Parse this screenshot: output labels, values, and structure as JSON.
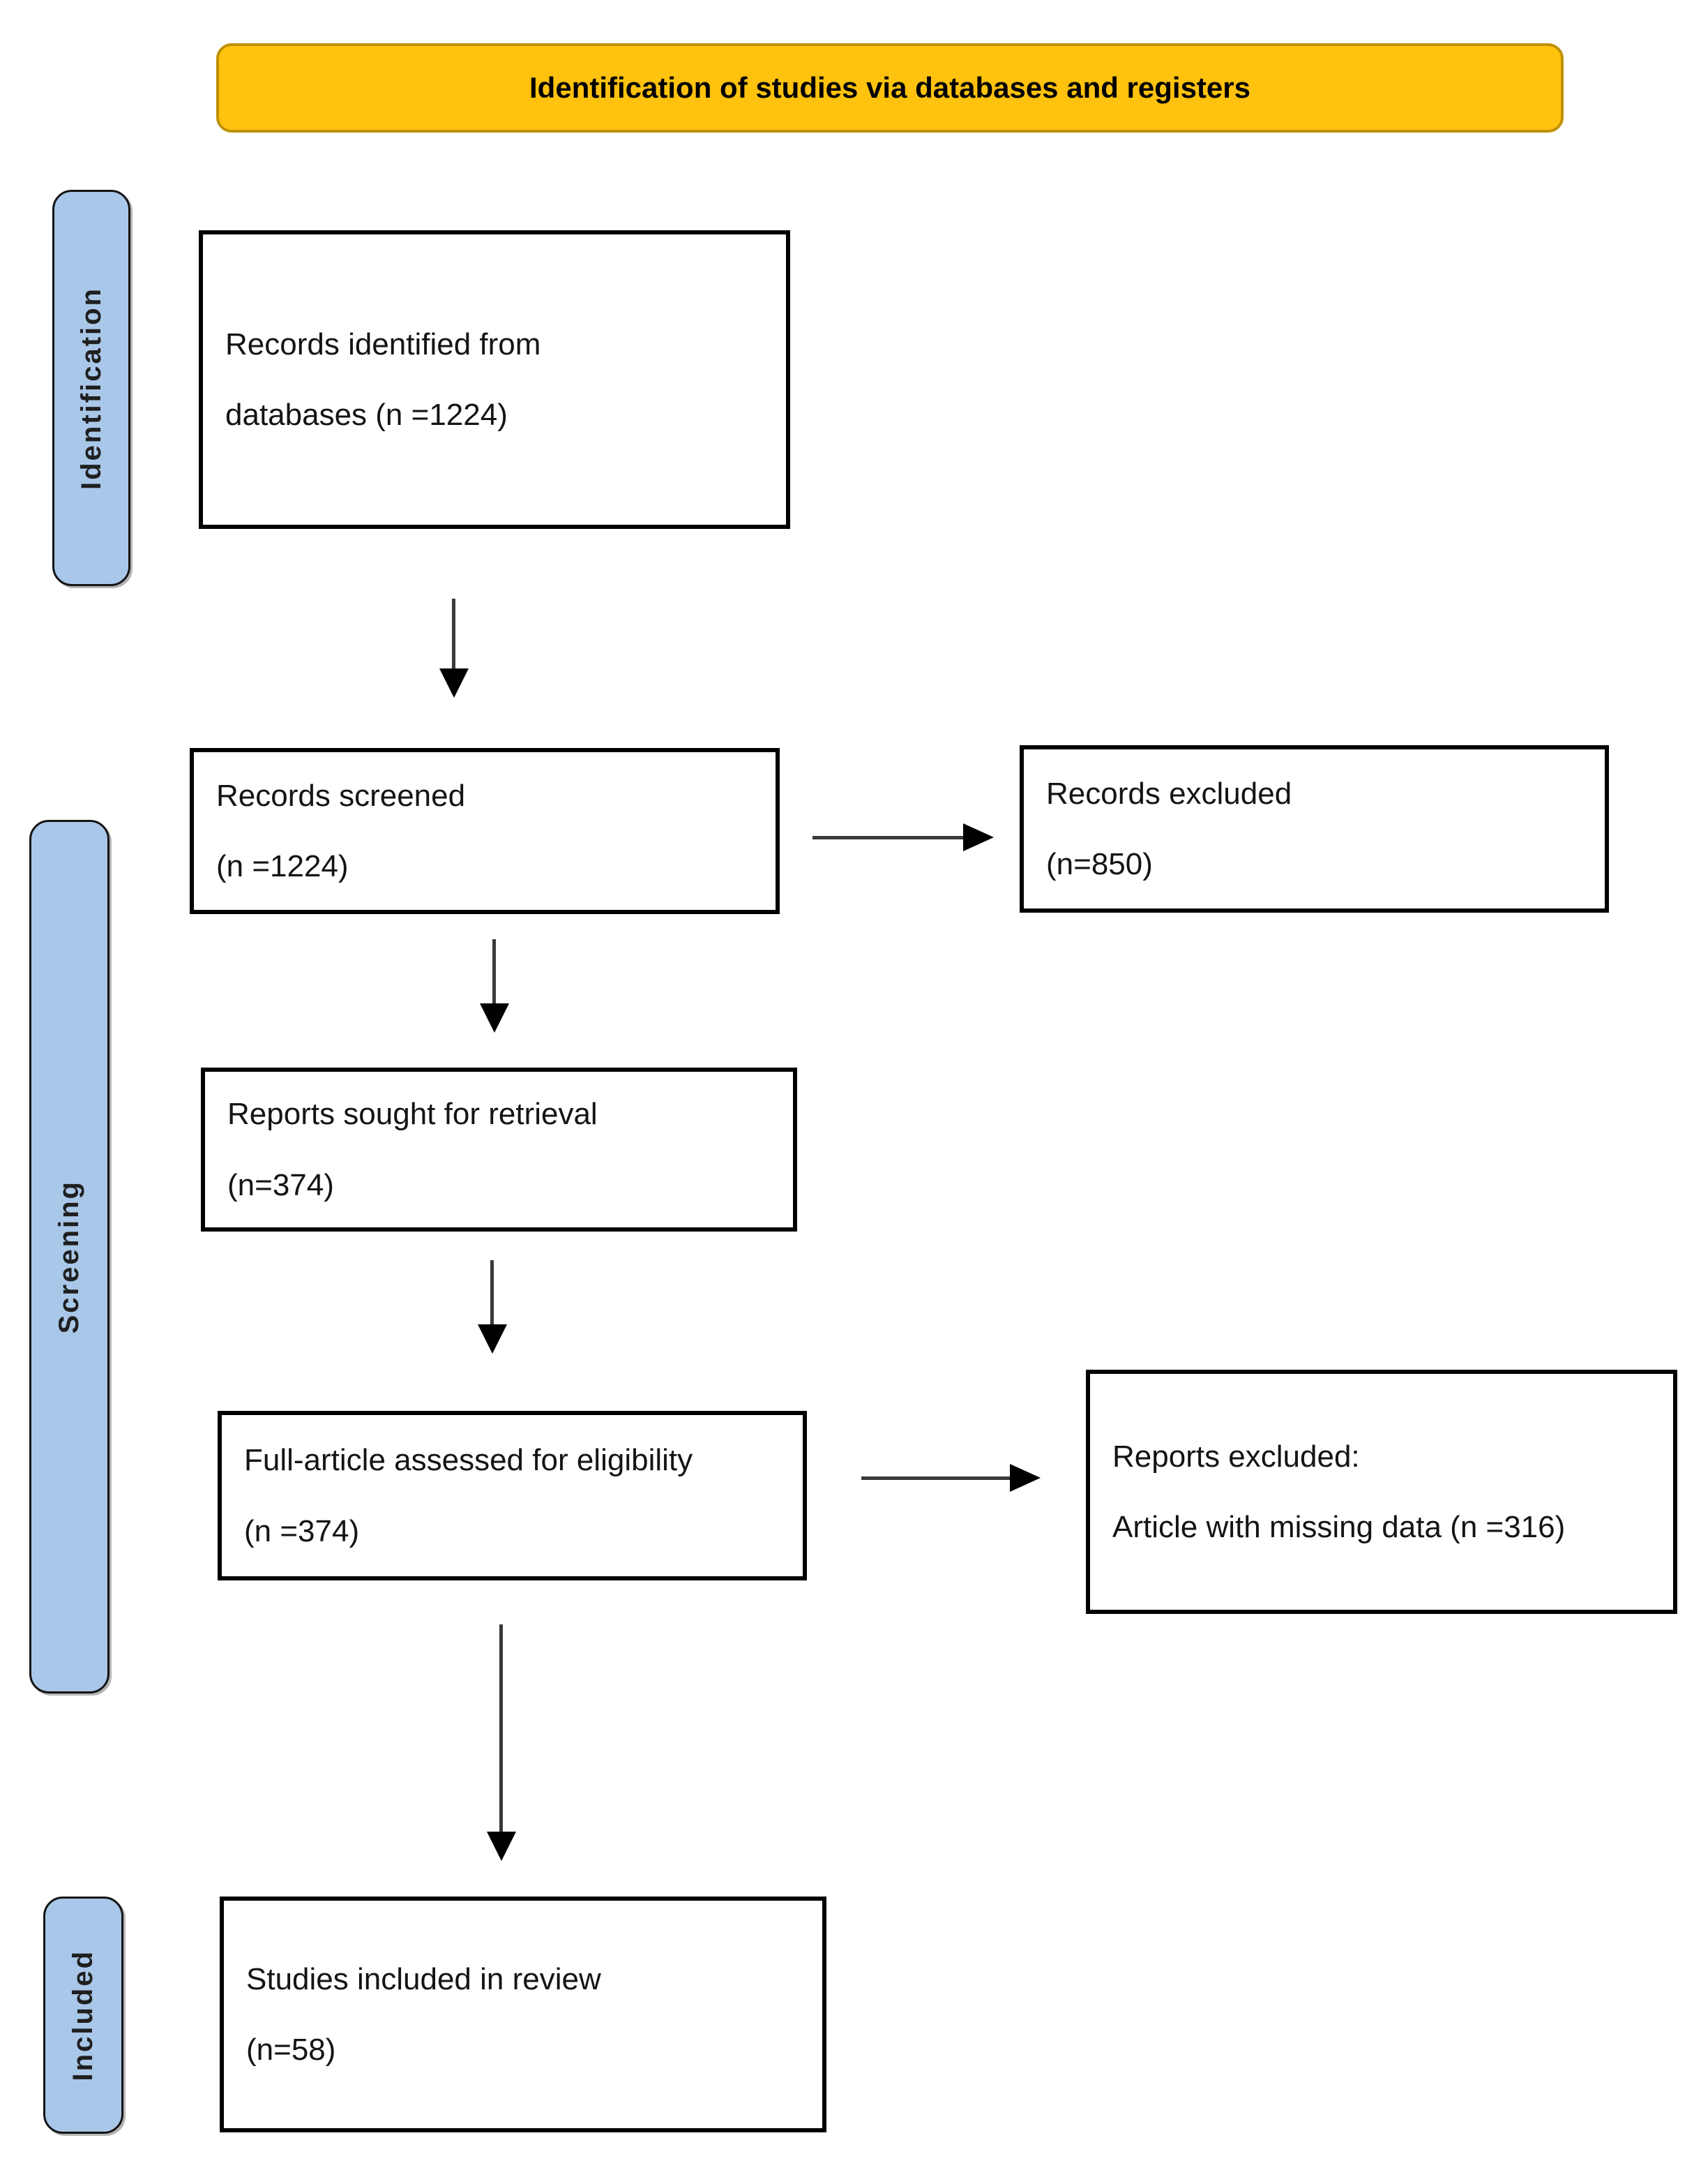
{
  "banner": {
    "title": "Identification of studies via databases and registers"
  },
  "sidebar": {
    "identification": "Identification",
    "screening": "Screening",
    "included": "Included"
  },
  "boxes": {
    "records_identified": {
      "line1": "Records identified from",
      "line2": "databases (n =1224)"
    },
    "records_screened": {
      "line1": "Records screened",
      "line2": "(n =1224)"
    },
    "records_excluded": {
      "line1": "Records excluded",
      "line2": "(n=850)"
    },
    "reports_sought": {
      "line1": "Reports sought for retrieval",
      "line2": "(n=374)"
    },
    "full_article": {
      "line1": "Full-article assessed for eligibility",
      "line2": "(n =374)"
    },
    "reports_excluded": {
      "line1": "Reports excluded:",
      "line2": "Article with missing data (n =316)"
    },
    "studies_included": {
      "line1": "Studies included in review",
      "line2": "(n=58)"
    }
  },
  "colors": {
    "banner_fill": "#FFC20E",
    "banner_border": "#BF9000",
    "stage_fill": "#A9C7E8",
    "box_border": "#000000"
  }
}
